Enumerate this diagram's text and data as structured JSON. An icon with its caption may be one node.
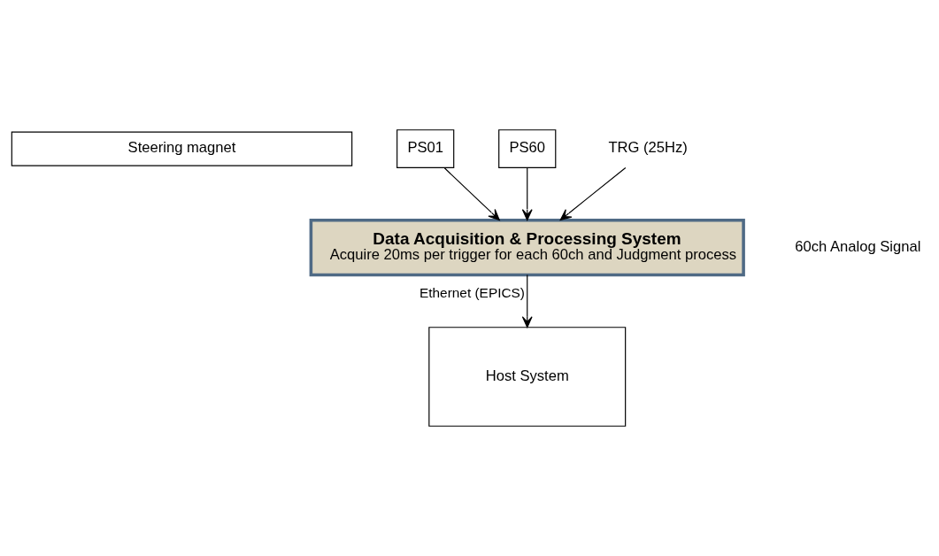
{
  "diagram": {
    "nodes": [
      {
        "text": [
          "Steering magnet"
        ]
      },
      {
        "text": [
          "PS01"
        ]
      },
      {
        "text": [
          "PS60"
        ]
      },
      {
        "text": [
          "TRG (25Hz)"
        ]
      },
      {
        "text": [
          "Data Acquisition & Processing System",
          "Acquire 20ms per trigger for each 60ch and Judgment process"
        ]
      },
      {
        "text": [
          "Host System"
        ]
      }
    ],
    "edges": [
      {
        "from": 1,
        "to": 4,
        "arrow": "to"
      },
      {
        "from": 2,
        "to": 4,
        "arrow": "to"
      },
      {
        "from": 3,
        "to": 4,
        "arrow": "to"
      },
      {
        "from": 4,
        "to": 5,
        "arrow": "to",
        "label": "Ethernet (EPICS)"
      }
    ],
    "labels": [
      "60ch Analog Signal"
    ]
  }
}
